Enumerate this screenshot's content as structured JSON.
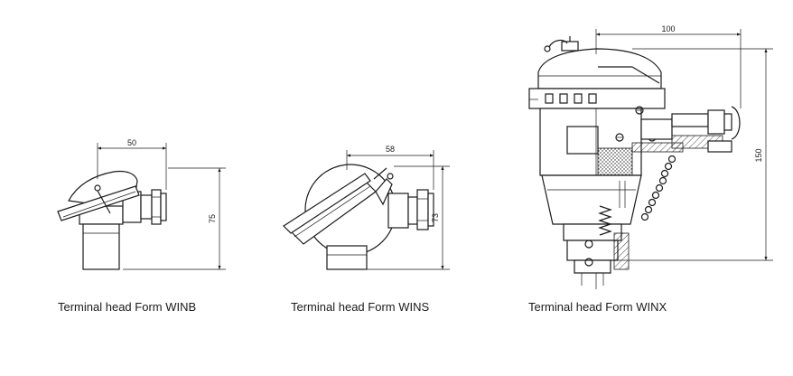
{
  "figures": [
    {
      "caption": "Terminal head Form WINB",
      "dims": {
        "width": "50",
        "height": "75"
      }
    },
    {
      "caption": "Terminal head Form WINS",
      "dims": {
        "width": "58",
        "height": "73"
      }
    },
    {
      "caption": "Terminal head Form WINX",
      "dims": {
        "width": "100",
        "height": "150"
      }
    }
  ]
}
